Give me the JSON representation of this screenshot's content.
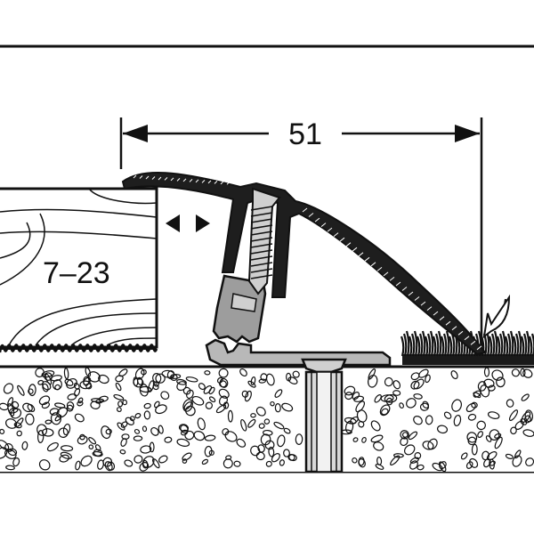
{
  "diagram": {
    "width_label": "51",
    "height_range_label": "7–23"
  },
  "colors": {
    "line": "#111111",
    "profile_fill": "#2b2b2b",
    "insert_fill": "#9a9a9a",
    "base_fill": "#b5b5b5",
    "screw_fill": "#bdbdbd",
    "background": "#ffffff"
  },
  "icons": {
    "adjust_arrows": "double-arrow-horizontal",
    "carpet_arrow": "curved-arrow-down-left"
  }
}
